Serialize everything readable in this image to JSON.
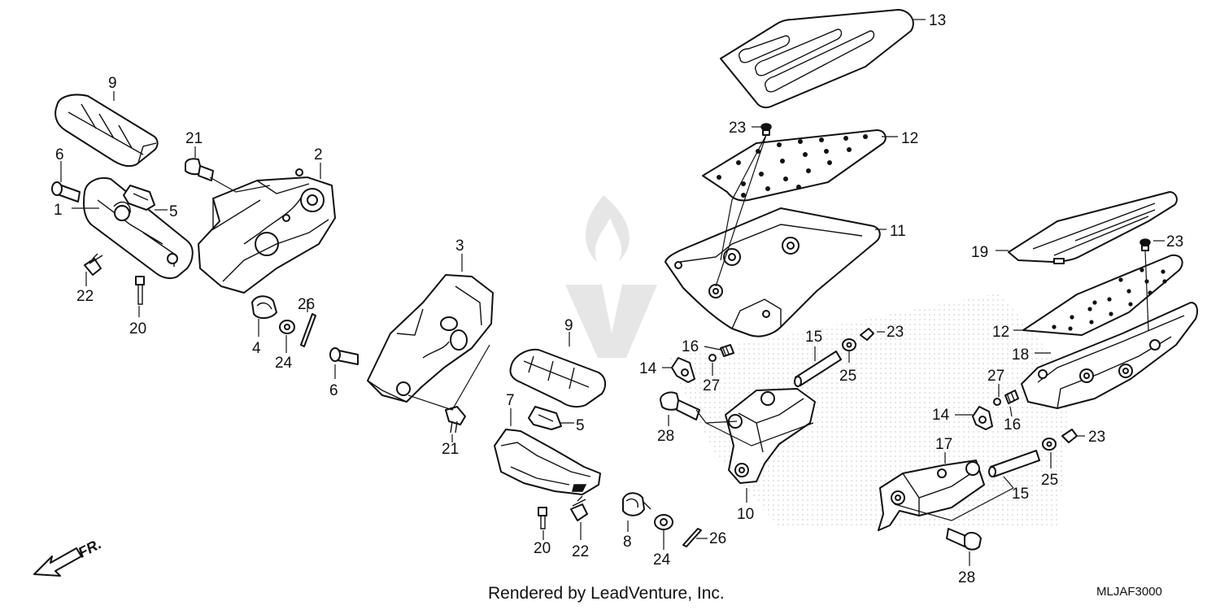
{
  "callouts": {
    "c1": "1",
    "c2": "2",
    "c3": "3",
    "c4": "4",
    "c5a": "5",
    "c5b": "5",
    "c6a": "6",
    "c6b": "6",
    "c7": "7",
    "c8": "8",
    "c9a": "9",
    "c9b": "9",
    "c10": "10",
    "c11": "11",
    "c12a": "12",
    "c12b": "12",
    "c13": "13",
    "c14a": "14",
    "c14b": "14",
    "c15a": "15",
    "c15b": "15",
    "c16a": "16",
    "c16b": "16",
    "c17": "17",
    "c18": "18",
    "c19": "19",
    "c20a": "20",
    "c20b": "20",
    "c21a": "21",
    "c21b": "21",
    "c22a": "22",
    "c22b": "22",
    "c23a": "23",
    "c23b": "23",
    "c23c": "23",
    "c23d": "23",
    "c24a": "24",
    "c24b": "24",
    "c25a": "25",
    "c25b": "25",
    "c26a": "26",
    "c26b": "26",
    "c27a": "27",
    "c27b": "27",
    "c28a": "28",
    "c28b": "28"
  },
  "direction_label": "FR.",
  "footer": {
    "rendered_by": "Rendered by LeadVenture, Inc.",
    "diagram_code": "MLJAF3000"
  },
  "colors": {
    "line": "#111111",
    "watermark": "#e6e6e6",
    "background": "#ffffff"
  }
}
